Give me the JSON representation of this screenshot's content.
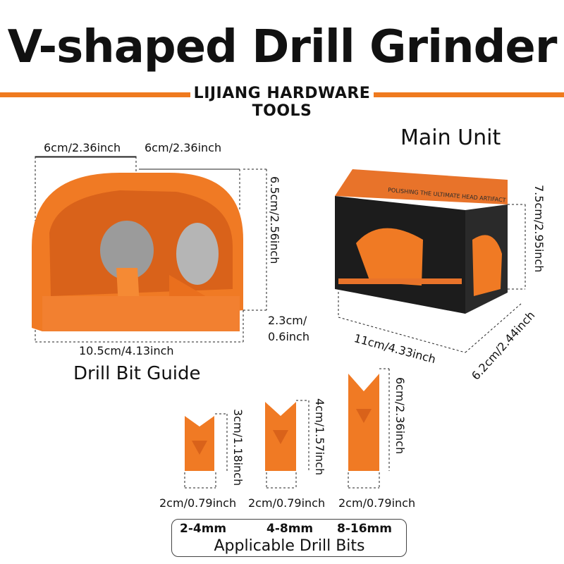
{
  "title": "V-shaped Drill Grinder",
  "brand": "LIJIANG HARDWARE TOOLS",
  "main_unit_label": "Main Unit",
  "guide_label": "Drill Bit Guide",
  "box_print": "POLISHING THE ULTIMATE HEAD ARTIFACT",
  "guide_dims": {
    "width_left": "6cm/2.36inch",
    "width_right": "6cm/2.36inch",
    "height": "6.5cm/2.56inch",
    "depth_a": "2.3cm/",
    "depth_b": "0.6inch",
    "length": "10.5cm/4.13inch"
  },
  "box_dims": {
    "height": "7.5cm/2.95inch",
    "length": "11cm/4.33inch",
    "depth": "6.2cm/2.44inch"
  },
  "bits": [
    {
      "height": "3cm/1.18inch",
      "width": "2cm/0.79inch",
      "range": "2-4mm"
    },
    {
      "height": "4cm/1.57inch",
      "width": "2cm/0.79inch",
      "range": "4-8mm"
    },
    {
      "height": "6cm/2.36inch",
      "width": "2cm/0.79inch",
      "range": "8-16mm"
    }
  ],
  "applicable_label": "Applicable Drill Bits",
  "colors": {
    "accent": "#ef7a1f",
    "product": "#f07a24",
    "box_dark": "#1c1c1c"
  }
}
